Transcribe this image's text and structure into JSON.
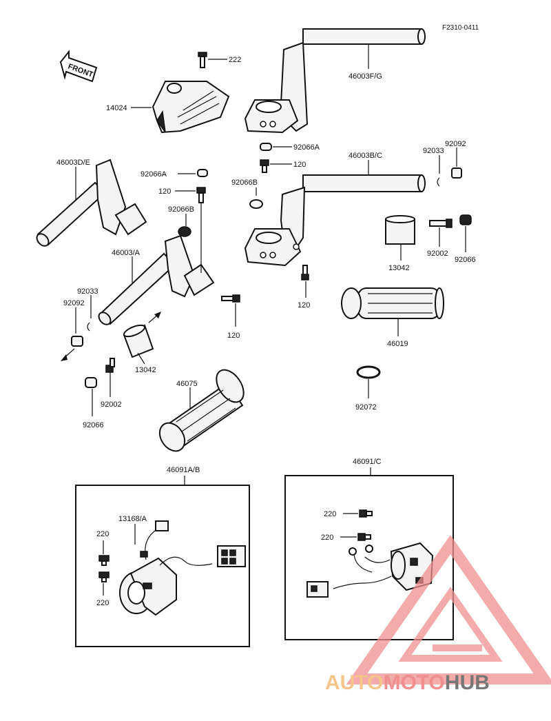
{
  "diagram": {
    "figure_code": "F2310-0411",
    "front_label": "FRONT",
    "labels": {
      "l222": "222",
      "l46003fg": "46003F/G",
      "l14024": "14024",
      "l92066a_top": "92066A",
      "l120_top": "120",
      "l46003bc": "46003B/C",
      "l92033_r": "92033",
      "l92092_r": "92092",
      "l46003de": "46003D/E",
      "l92066a_l": "92066A",
      "l120_l": "120",
      "l92066b_l": "92066B",
      "l92066b_r": "92066B",
      "l46003a": "46003/A",
      "l13042_r": "13042",
      "l92002_r": "92002",
      "l92066_r": "92066",
      "l92033_l": "92033",
      "l92092_l": "92092",
      "l120_mid": "120",
      "l120_low": "120",
      "l46019": "46019",
      "l13042_l": "13042",
      "l46075": "46075",
      "l92002_l": "92002",
      "l92066_l": "92066",
      "l92072": "92072",
      "l46091ab": "46091A/B",
      "l46091c": "46091/C",
      "l13168a": "13168/A",
      "l220_a": "220",
      "l220_b": "220",
      "l220_c": "220",
      "l220_d": "220"
    }
  },
  "watermark": {
    "part1": "AUTO",
    "part2": "MOTO",
    "part3": "HUB",
    "colors": {
      "orange": "#f4c48a",
      "red": "#ef8f8f",
      "gray": "#777777"
    }
  }
}
